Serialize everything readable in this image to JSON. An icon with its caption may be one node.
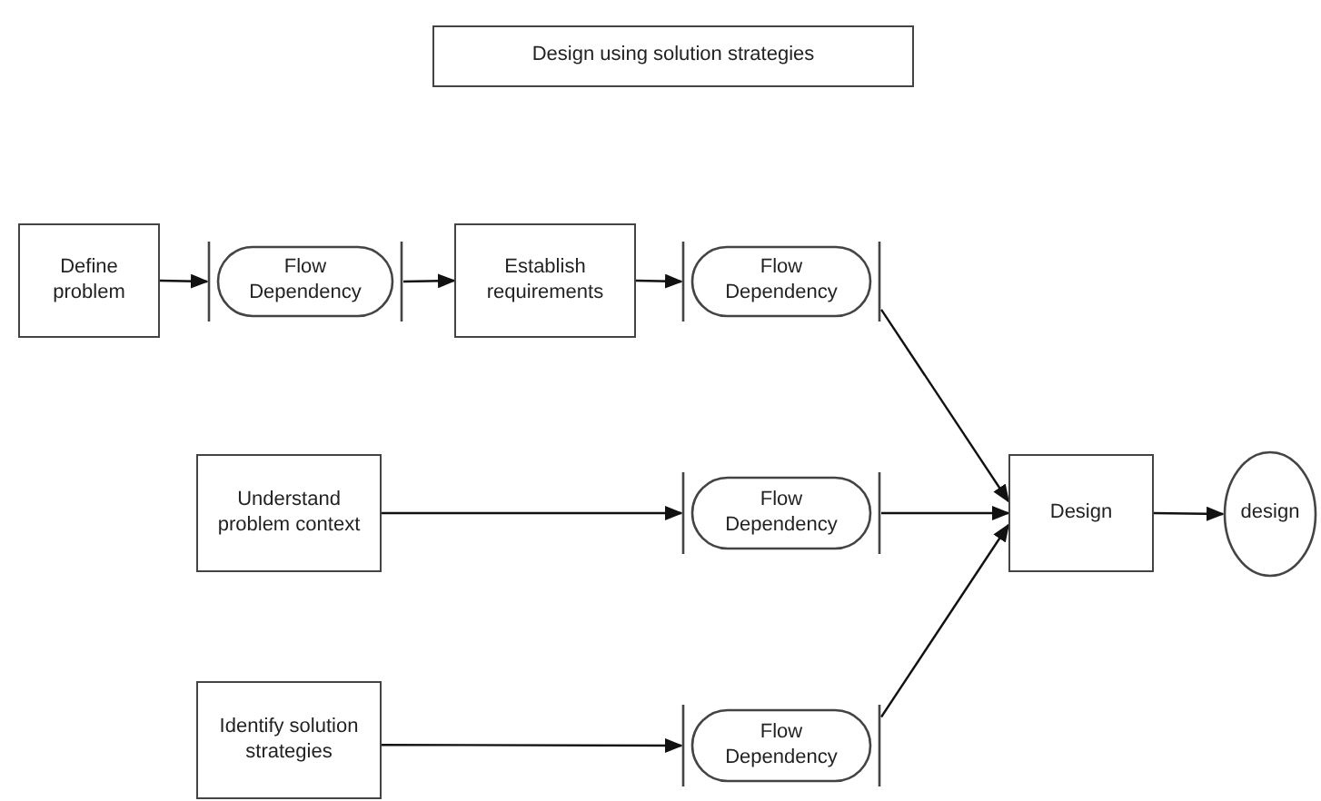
{
  "diagram": {
    "nodes": [
      {
        "text": [
          "Design using solution strategies"
        ]
      },
      {
        "text": [
          "Define problem"
        ]
      },
      {
        "text": [
          "Flow Dependency"
        ]
      },
      {
        "text": [
          "Establish requirements"
        ]
      },
      {
        "text": [
          "Flow Dependency"
        ]
      },
      {
        "text": [
          "Understand problem context"
        ]
      },
      {
        "text": [
          "Flow Dependency"
        ]
      },
      {
        "text": [
          "Identify solution strategies"
        ]
      },
      {
        "text": [
          "Flow Dependency"
        ]
      },
      {
        "text": [
          "Design"
        ]
      },
      {
        "text": [
          "design"
        ]
      }
    ],
    "edges": [
      {
        "from": 1,
        "to": 2,
        "arrow": "to"
      },
      {
        "from": 2,
        "to": 3,
        "arrow": "to"
      },
      {
        "from": 3,
        "to": 4,
        "arrow": "to"
      },
      {
        "from": 4,
        "to": 9,
        "arrow": "to"
      },
      {
        "from": 5,
        "to": 6,
        "arrow": "to"
      },
      {
        "from": 6,
        "to": 9,
        "arrow": "to"
      },
      {
        "from": 7,
        "to": 8,
        "arrow": "to"
      },
      {
        "from": 8,
        "to": 9,
        "arrow": "to"
      },
      {
        "from": 9,
        "to": 10,
        "arrow": "to"
      }
    ]
  }
}
